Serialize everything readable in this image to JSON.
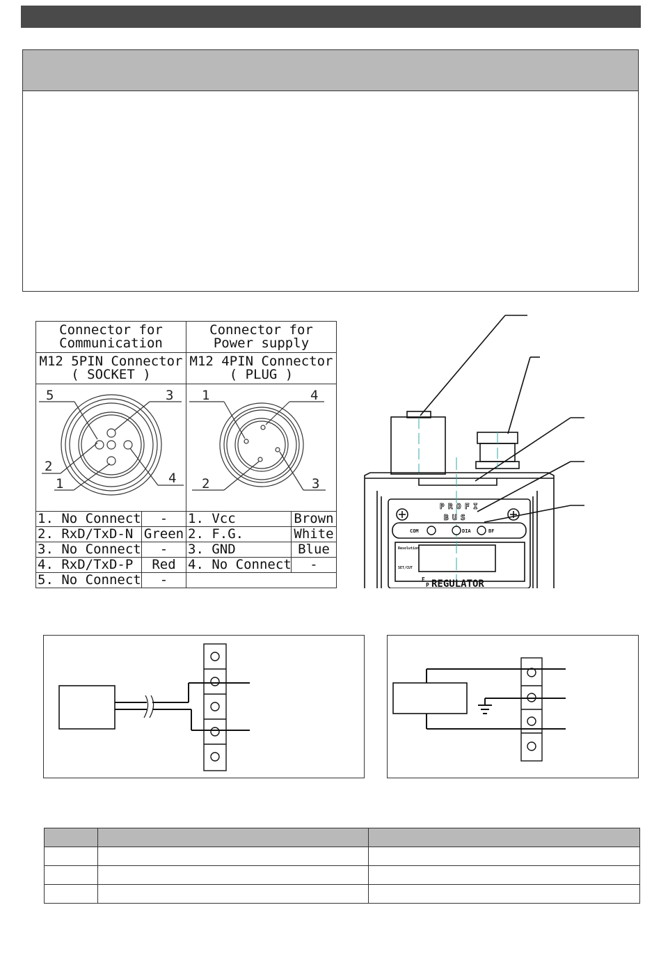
{
  "comm_connector": {
    "header": "Connector for\nCommunication",
    "type": "M12 5PIN Connector\n( SOCKET )",
    "pin_numbers": [
      "1",
      "2",
      "3",
      "4",
      "5"
    ],
    "pins": [
      {
        "label": "1. No Connect",
        "color": "-"
      },
      {
        "label": "2. RxD/TxD-N",
        "color": "Green"
      },
      {
        "label": "3. No Connect",
        "color": "-"
      },
      {
        "label": "4. RxD/TxD-P",
        "color": "Red"
      },
      {
        "label": "5. No Connect",
        "color": "-"
      }
    ]
  },
  "power_connector": {
    "header": "Connector for\nPower supply",
    "type": "M12 4PIN Connector\n( PLUG )",
    "pin_numbers": [
      "1",
      "2",
      "3",
      "4"
    ],
    "pins": [
      {
        "label": "1. Vcc",
        "color": "Brown"
      },
      {
        "label": "2. F.G.",
        "color": "White"
      },
      {
        "label": "3. GND",
        "color": "Blue"
      },
      {
        "label": "4. No Connect",
        "color": "-"
      }
    ]
  },
  "device": {
    "indicator_letters": [
      "P",
      "R",
      "O",
      "F",
      "I",
      "B",
      "U",
      "S"
    ],
    "led_labels": [
      "COM",
      "DIA",
      "BF"
    ],
    "panel_labels": [
      "Resolution",
      "SET/CUT"
    ],
    "product_label": "E/P REGULATOR",
    "product_label_prefix": "E",
    "product_label_sub": "P",
    "product_label_main": "REGULATOR"
  },
  "colors": {
    "top_bar": "#4a4a4a",
    "header_fill": "#b9b9b9",
    "line": "#333333"
  }
}
